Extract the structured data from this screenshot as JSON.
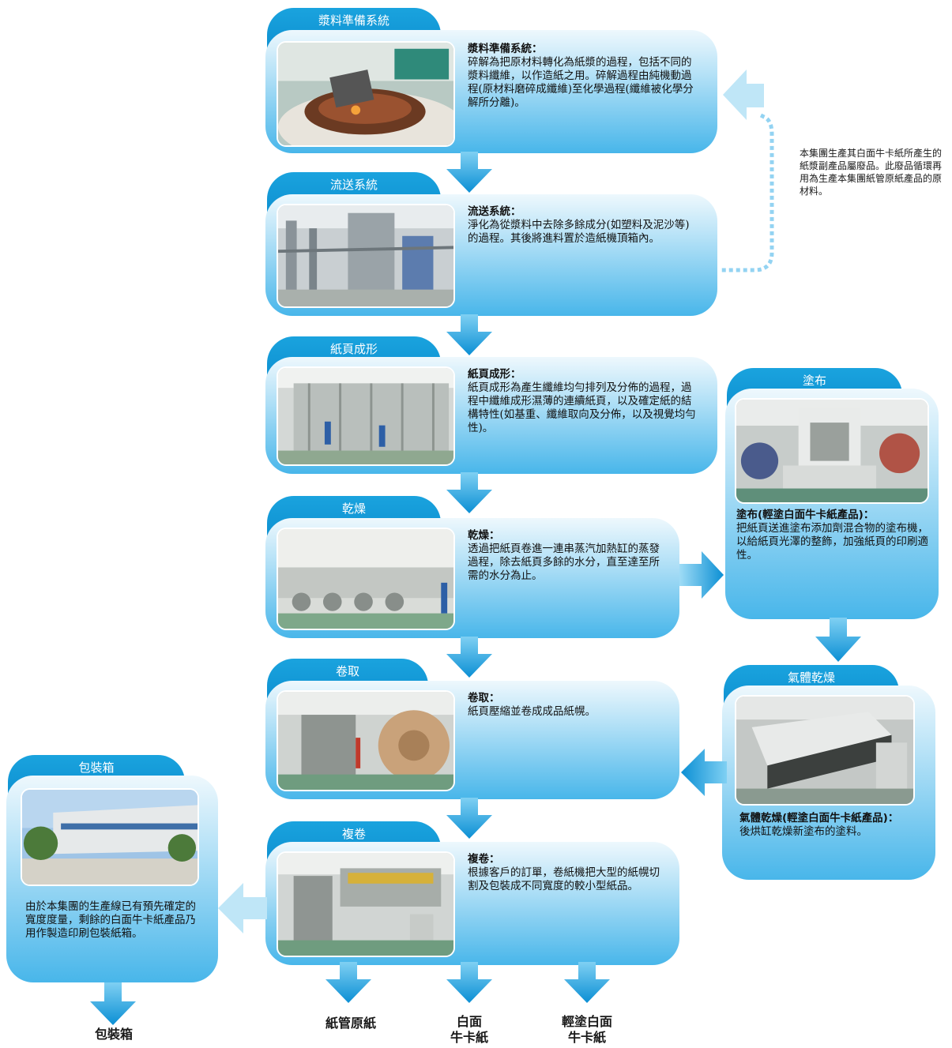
{
  "colors": {
    "tab": "#0d8fd0",
    "arrow": "#1e9fe0",
    "arrow_light": "#bfe6f7",
    "card_light": "#eef8fd",
    "card_dark": "#48b6ea"
  },
  "stages": [
    {
      "tab": "漿料準備系統",
      "head": "漿料準備系統：",
      "body": "碎解為把原材料轉化為紙漿的過程，包括不同的漿料纖維，以作造紙之用。碎解過程由純機動過程(原材料磨碎成纖維)至化學過程(纖維被化學分解所分離)。",
      "photo_icon": "pulper-photo"
    },
    {
      "tab": "流送系統",
      "head": "流送系統：",
      "body": "淨化為從漿料中去除多餘成分(如塑料及泥沙等)的過程。其後將進料置於造紙機頂箱內。",
      "photo_icon": "flow-system-photo"
    },
    {
      "tab": "紙頁成形",
      "head": "紙頁成形：",
      "body": "紙頁成形為產生纖維均勻排列及分佈的過程，過程中纖維成形濕薄的連續紙頁，以及確定紙的結構特性(如基重、纖維取向及分佈，以及視覺均勻性)。",
      "photo_icon": "forming-photo"
    },
    {
      "tab": "乾燥",
      "head": "乾燥：",
      "body": "透過把紙頁卷進一連串蒸汽加熱缸的蒸發過程，除去紙頁多餘的水分，直至達至所需的水分為止。",
      "photo_icon": "dryer-photo"
    },
    {
      "tab": "卷取",
      "head": "卷取：",
      "body": "紙頁壓縮並卷成成品紙幌。",
      "photo_icon": "reel-photo"
    },
    {
      "tab": "複卷",
      "head": "複卷：",
      "body": "根據客戶的訂單，卷紙機把大型的紙幌切割及包裝成不同寬度的較小型紙品。",
      "photo_icon": "rewinder-photo"
    }
  ],
  "coating": {
    "tab": "塗布",
    "head": "塗布(輕塗白面牛卡紙產品)：",
    "body": "把紙頁送進塗布添加劑混合物的塗布機，以給紙頁光澤的整飾，加強紙頁的印刷適性。"
  },
  "gas_drying": {
    "tab": "氣體乾燥",
    "head": "氣體乾燥(輕塗白面牛卡紙產品)：",
    "body": "後烘缸乾燥新塗布的塗料。"
  },
  "packaging": {
    "tab": "包裝箱",
    "body": "由於本集團的生產線已有預先確定的寬度度量，剩餘的白面牛卡紙產品乃用作製造印刷包裝紙箱。"
  },
  "recycle_note": "本集團生產其白面牛卡紙所產生的紙漿副產品屬廢品。此廢品循環再用為生產本集團紙管原紙產品的原材料。",
  "outputs": {
    "packaging_box": "包裝箱",
    "tube_paper": "紙管原紙",
    "white_kraft_1": "白面",
    "white_kraft_2": "牛卡紙",
    "coated_kraft_1": "輕塗白面",
    "coated_kraft_2": "牛卡紙"
  }
}
